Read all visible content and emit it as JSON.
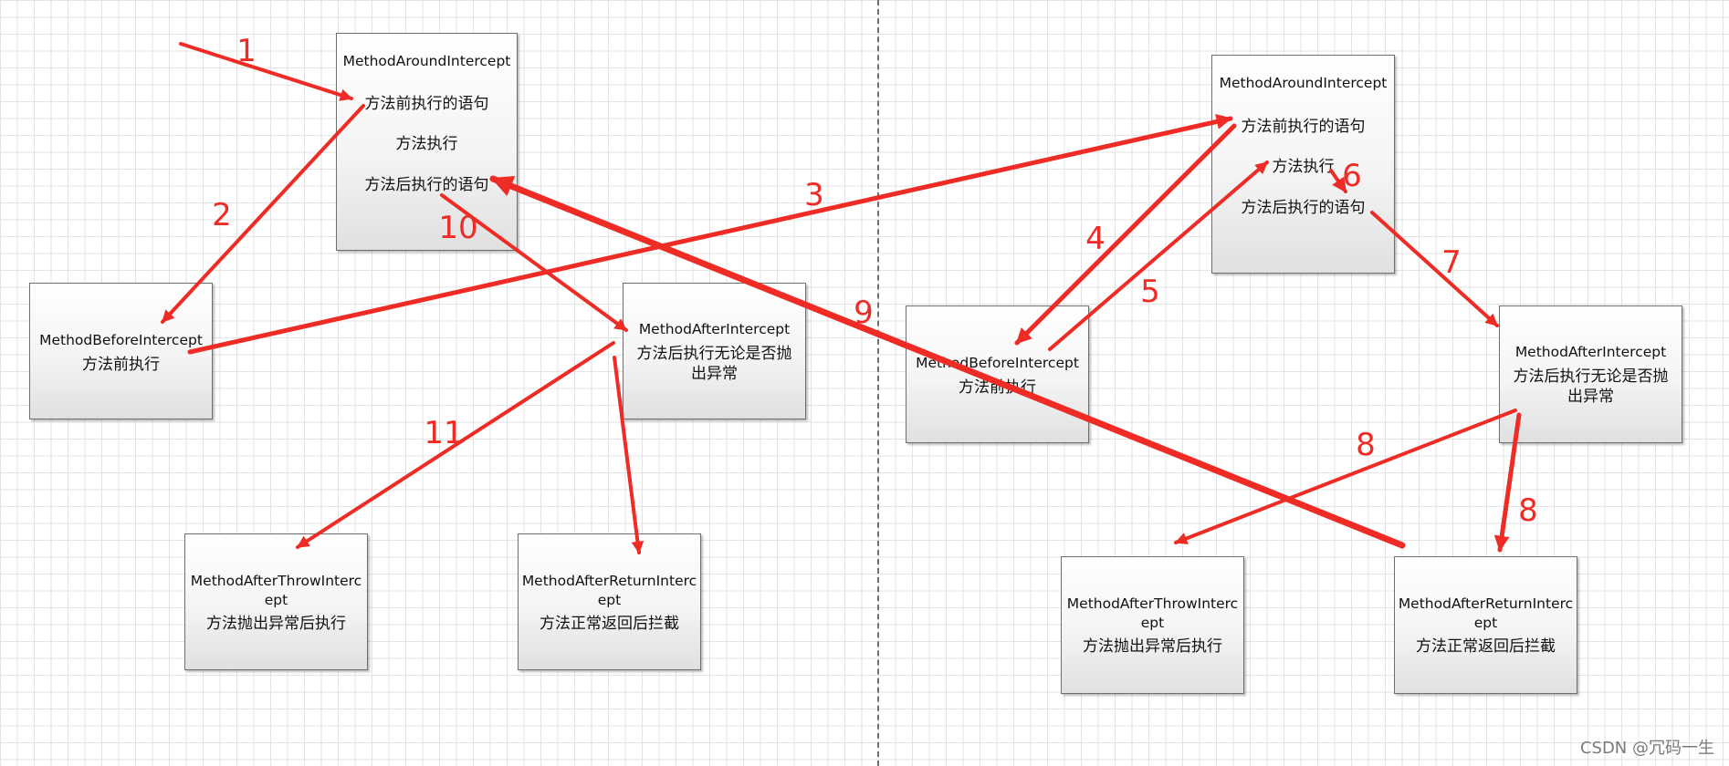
{
  "colors": {
    "arrow": "#ee2b24",
    "grid": "#e3e3e3",
    "box_border": "#6f6f6f"
  },
  "left": {
    "around": {
      "title": "MethodAroundIntercept",
      "before_stmt": "方法前执行的语句",
      "exec": "方法执行",
      "after_stmt": "方法后执行的语句"
    },
    "before": {
      "title": "MethodBeforeIntercept",
      "desc": "方法前执行"
    },
    "after": {
      "title": "MethodAfterIntercept",
      "desc_l1": "方法后执行无论是否抛",
      "desc_l2": "出异常"
    },
    "throw": {
      "title_l1": "MethodAfterThrowInterc",
      "title_l2": "ept",
      "desc": "方法抛出异常后执行"
    },
    "return": {
      "title_l1": "MethodAfterReturnInterc",
      "title_l2": "ept",
      "desc": "方法正常返回后拦截"
    }
  },
  "right": {
    "around": {
      "title": "MethodAroundIntercept",
      "before_stmt": "方法前执行的语句",
      "exec": "方法执行",
      "after_stmt": "方法后执行的语句"
    },
    "before": {
      "title": "MethodBeforeIntercept",
      "desc": "方法前执行"
    },
    "after": {
      "title": "MethodAfterIntercept",
      "desc_l1": "方法后执行无论是否抛",
      "desc_l2": "出异常"
    },
    "throw": {
      "title_l1": "MethodAfterThrowInterc",
      "title_l2": "ept",
      "desc": "方法抛出异常后执行"
    },
    "return": {
      "title_l1": "MethodAfterReturnInterc",
      "title_l2": "ept",
      "desc": "方法正常返回后拦截"
    }
  },
  "step_labels": {
    "s1": "1",
    "s2": "2",
    "s3": "3",
    "s4": "4",
    "s5": "5",
    "s6": "6",
    "s7": "7",
    "s8a": "8",
    "s8b": "8",
    "s9": "9",
    "s10": "10",
    "s11": "11"
  },
  "watermark": "CSDN @冗码一生"
}
